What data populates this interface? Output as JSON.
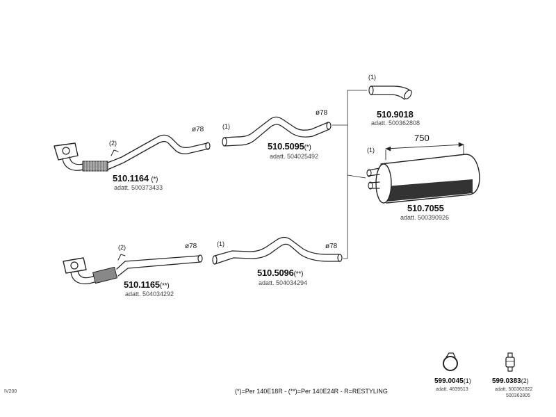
{
  "parts": {
    "p1164": {
      "code": "510.1164",
      "note": "(*)",
      "adatt": "adatt. 500373433",
      "callout": "(2)",
      "diameter": "ø78"
    },
    "p1165": {
      "code": "510.1165",
      "note": "(**)",
      "adatt": "adatt. 504034292",
      "callout": "(2)",
      "diameter": "ø78"
    },
    "p5095": {
      "code": "510.5095",
      "note": "(*)",
      "adatt": "adatt. 504025492",
      "callout": "(1)",
      "diameter": "ø78"
    },
    "p5096": {
      "code": "510.5096",
      "note": "(**)",
      "adatt": "adatt. 504034294",
      "callout": "(1)",
      "diameter": "ø78"
    },
    "p9018": {
      "code": "510.9018",
      "adatt": "adatt. 500362808",
      "callout": "(1)"
    },
    "p7055": {
      "code": "510.7055",
      "adatt": "adatt. 500390926",
      "callout": "(1)",
      "length": "750"
    },
    "p0045": {
      "code": "599.0045",
      "note": "(1)",
      "adatt": "adatt. 4839513"
    },
    "p0383": {
      "code": "599.0383",
      "note": "(2)",
      "adatt": "adatt. 500362822",
      "adatt2": "500362805"
    }
  },
  "legend": "(*)=Per 140E18R  -  (**)=Per 140E24R  -  R=RESTYLING",
  "corner_label": "IV200"
}
